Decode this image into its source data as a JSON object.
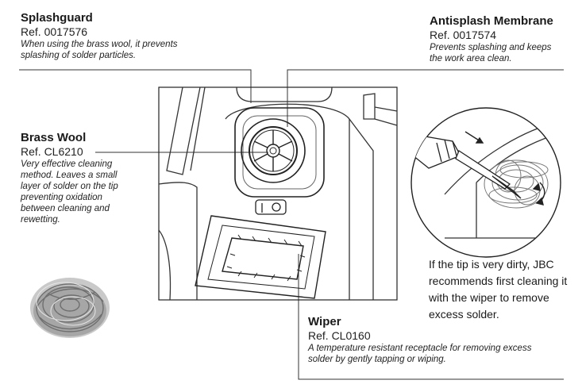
{
  "splashguard": {
    "title": "Splashguard",
    "ref": "Ref. 0017576",
    "desc": "When using the brass wool, it prevents splashing of solder particles."
  },
  "membrane": {
    "title": "Antisplash Membrane",
    "ref": "Ref. 0017574",
    "desc": "Prevents splashing and keeps the work area clean."
  },
  "brass_wool": {
    "title": "Brass Wool",
    "ref": "Ref. CL6210",
    "desc": "Very effective cleaning method. Leaves a small layer of solder on the tip preventing oxidation between cleaning and rewetting."
  },
  "wiper": {
    "title": "Wiper",
    "ref": "Ref. CL0160",
    "desc": "A temperature resistant receptacle for removing excess solder by gently tapping or wiping."
  },
  "tip_note": "If the tip is very dirty, JBC recommends first cleaning it with the wiper to remove excess solder."
}
